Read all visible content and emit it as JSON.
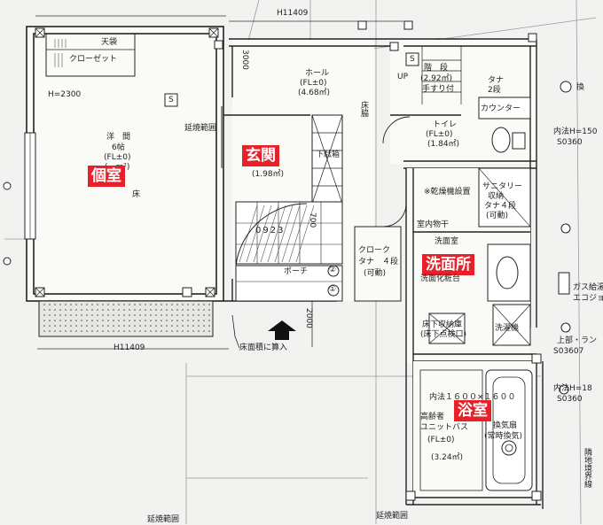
{
  "dims": {
    "top_left": "H11409",
    "bottom": "H11409",
    "vert_3000": "3000",
    "vert_2000": "2000",
    "num_700": "700"
  },
  "room_tags": {
    "bedroom": "個室",
    "entrance": "玄関",
    "washroom": "洗面所",
    "bath": "浴室"
  },
  "bedroom": {
    "shelf": "天袋",
    "closet": "クローゼット",
    "height": "H=2300",
    "name": "洋　間",
    "size": "6帖",
    "fl": "(FL±0)",
    "area": "(…m²)",
    "s_mark": "S",
    "vert": "床"
  },
  "entrance": {
    "spread": "延焼範囲",
    "area": "(1.98㎡)",
    "shoe": "下駄箱",
    "code": "0923",
    "porch": "ポーチ",
    "num1": "①",
    "num2": "②",
    "floor_note": "床面積に算入"
  },
  "hall": {
    "name": "ホール",
    "fl": "(FL±0)",
    "area": "(4.68㎡)",
    "floor": "床脇"
  },
  "stairs": {
    "s_mark": "S",
    "up": "UP",
    "stair": "階　段",
    "area": "(2.92㎡)",
    "handrail": "手すり付",
    "shelf": "タナ",
    "shelf_n": "2段",
    "counter": "カウンター"
  },
  "toilet": {
    "name": "トイレ",
    "fl": "(FL±0)",
    "area": "(1.84㎡)"
  },
  "wash": {
    "dryer": "※乾燥機設置",
    "indoor": "室内物干",
    "name": "洗面室",
    "vanity": "洗面化粧台",
    "sanitary": "サニタリー",
    "storage": "収納",
    "shelf4": "タナ４段",
    "movable": "(可動)",
    "storage_under": "床下収納庫",
    "inspect": "(床下点検口)",
    "washer": "洗濯機"
  },
  "cloak": {
    "name": "クローク",
    "shelf": "タナ　４段",
    "movable": "(可動)"
  },
  "bath": {
    "inner": "内法１６００×１６００",
    "high": "高齢者",
    "unit": "ユニットバス",
    "fl": "(FL±0)",
    "area": "(3.24㎡)",
    "vent": "換気扇",
    "vent2": "(常時換気)"
  },
  "right": {
    "vent": "換",
    "inner_top": "内法H=150",
    "code_top": "S0360",
    "gas": "ガス給湯",
    "eco": "エコジョー",
    "code_mid": "S03607",
    "upper": "上部・ラン",
    "inner_bot": "内法H=18",
    "code_bot": "S0360",
    "border": "隣地境界線"
  },
  "bottom": {
    "spread1": "延焼範囲",
    "spread2": "延焼範囲"
  }
}
